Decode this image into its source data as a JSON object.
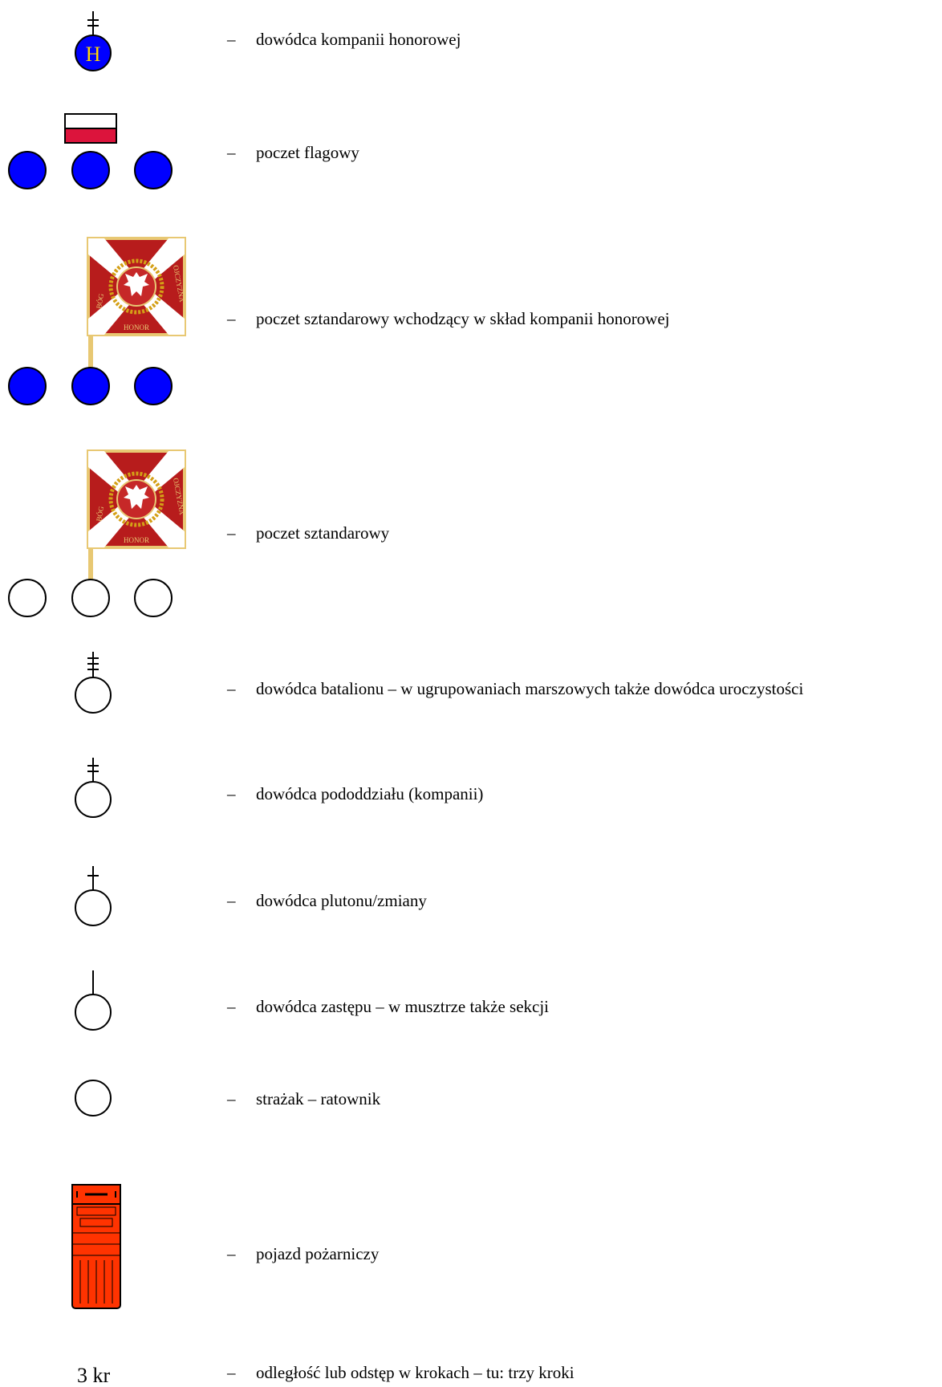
{
  "colors": {
    "member_fill": "#0000ff",
    "commander_letter": "#ffd700",
    "flag_white": "#ffffff",
    "flag_red": "#dc143c",
    "banner_red": "#b71c1c",
    "banner_gold": "#e8c873",
    "vehicle_red": "#ff3300"
  },
  "legend": [
    {
      "icon": "honorary-company-commander-icon",
      "letter": "H",
      "dash": "–",
      "text": "dowódca kompanii honorowej"
    },
    {
      "icon": "flag-party-icon",
      "dash": "–",
      "text": "poczet flagowy"
    },
    {
      "icon": "honorary-standard-party-icon",
      "banner_motto": [
        "BÓG",
        "HONOR",
        "OJCZYZNA"
      ],
      "dash": "–",
      "text": "poczet sztandarowy wchodzący w skład kompanii honorowej"
    },
    {
      "icon": "standard-party-icon",
      "banner_motto": [
        "BÓG",
        "HONOR",
        "OJCZYZNA"
      ],
      "dash": "–",
      "text": "poczet sztandarowy"
    },
    {
      "icon": "battalion-commander-icon",
      "dash": "–",
      "text": "dowódca batalionu – w ugrupowaniach marszowych także dowódca uroczystości"
    },
    {
      "icon": "subunit-commander-icon",
      "dash": "–",
      "text": "dowódca pododdziału (kompanii)"
    },
    {
      "icon": "platoon-commander-icon",
      "dash": "–",
      "text": "dowódca plutonu/zmiany"
    },
    {
      "icon": "squad-commander-icon",
      "dash": "–",
      "text": "dowódca zastępu – w musztrze także sekcji"
    },
    {
      "icon": "firefighter-icon",
      "dash": "–",
      "text": "strażak – ratownik"
    },
    {
      "icon": "fire-vehicle-icon",
      "dash": "–",
      "text": "pojazd pożarniczy"
    },
    {
      "icon": "distance-label",
      "label": "3 kr",
      "dash": "–",
      "text": "odległość lub odstęp w krokach – tu: trzy kroki"
    }
  ]
}
